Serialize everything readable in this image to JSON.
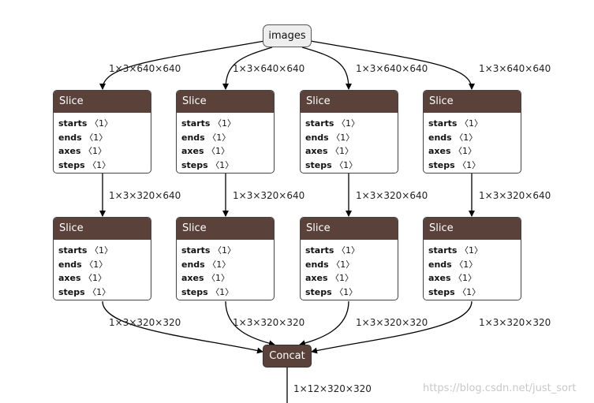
{
  "graph": {
    "input_node": "images",
    "row1_label": "Slice",
    "row2_label": "Slice",
    "concat_label": "Concat",
    "attrs": [
      {
        "name": "starts",
        "value": "〈1〉"
      },
      {
        "name": "ends",
        "value": "〈1〉"
      },
      {
        "name": "axes",
        "value": "〈1〉"
      },
      {
        "name": "steps",
        "value": "〈1〉"
      }
    ],
    "edge_input_shape": "1×3×640×640",
    "edge_row1_shapes": [
      "1×3×320×640",
      "1×3×320×640",
      "1×3×320×640",
      "1×3×320×640"
    ],
    "edge_row2_shape": "1×3×320×320",
    "output_shape": "1×12×320×320"
  },
  "watermark": "https://blog.csdn.net/just_sort",
  "colors": {
    "op_header": "#5a4139",
    "input_fill": "#eeeeee",
    "edge": "#000000"
  }
}
